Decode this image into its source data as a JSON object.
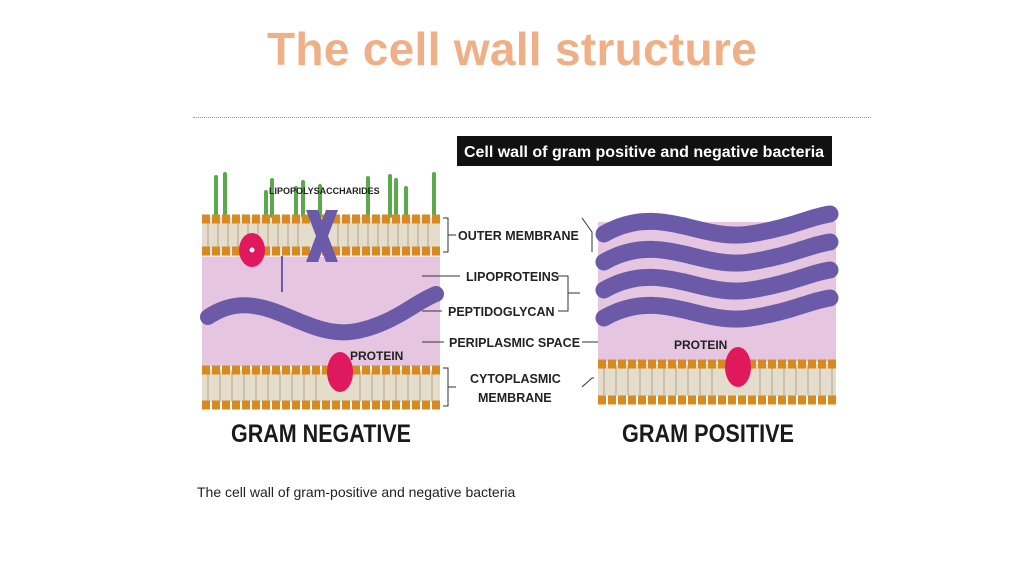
{
  "slide": {
    "title": "The cell wall structure",
    "caption": "The cell wall of gram-positive and negative bacteria"
  },
  "figure": {
    "banner": "Cell wall of gram positive and negative bacteria",
    "labels": {
      "lipopolysaccharides": "LIPOPOLYSACCHARIDES",
      "outer_membrane": "OUTER MEMBRANE",
      "lipoproteins": "LIPOPROTEINS",
      "peptidoglycan": "PEPTIDOGLYCAN",
      "periplasmic_space": "PERIPLASMIC SPACE",
      "cytoplasmic_membrane_line1": "CYTOPLASMIC",
      "cytoplasmic_membrane_line2": "MEMBRANE",
      "protein_left": "PROTEIN",
      "protein_right": "PROTEIN",
      "gram_negative": "GRAM NEGATIVE",
      "gram_positive": "GRAM POSITIVE"
    },
    "colors": {
      "title": "#f0b087",
      "periplasm": "#e6c5e0",
      "lipid_head": "#d98a1f",
      "lipid_tail": "#d9d2c2",
      "peptidoglycan": "#6a5aa8",
      "protein": "#e0195e",
      "lps": "#5aa94a",
      "banner_bg": "#111111"
    }
  }
}
